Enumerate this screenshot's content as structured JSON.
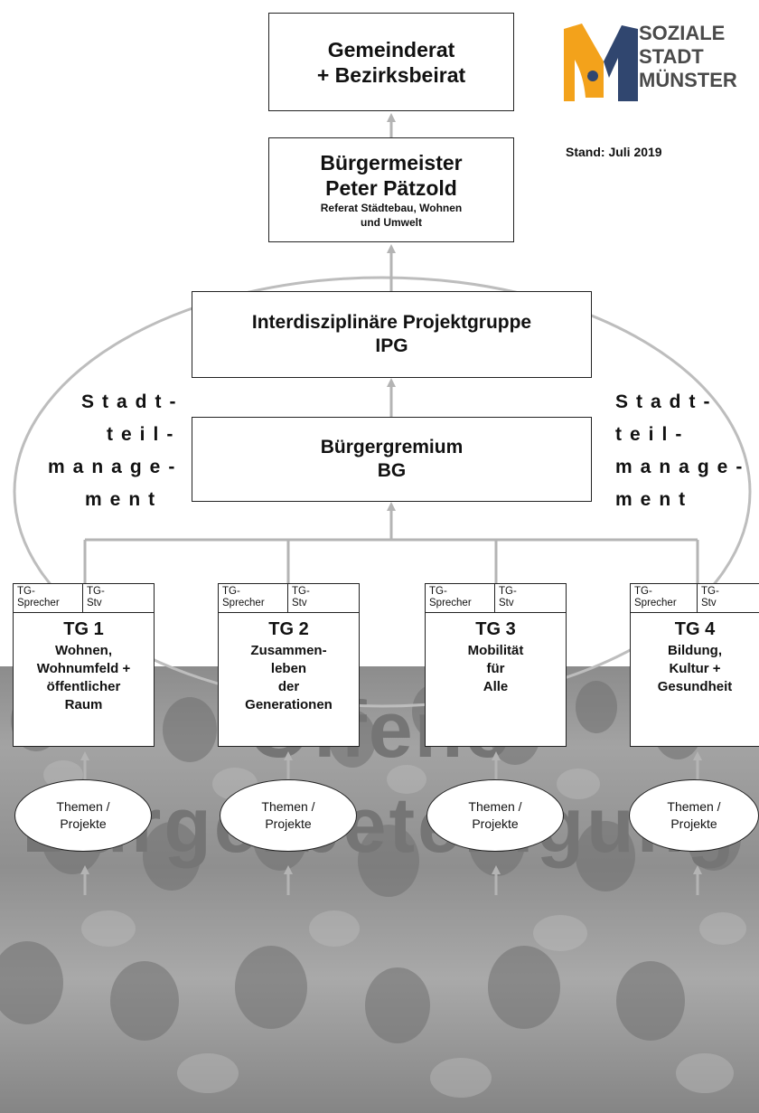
{
  "logo": {
    "lines": [
      "SOZIALE",
      "STADT",
      "MÜNSTER"
    ],
    "colors": {
      "orange": "#f3a21b",
      "blue": "#30466f",
      "dark": "#4a4a4a"
    }
  },
  "stand": "Stand: Juli 2019",
  "gemeinderat": {
    "line1": "Gemeinderat",
    "line2": "+ Bezirksbeirat"
  },
  "buergermeister": {
    "line1": "Bürgermeister",
    "line2": "Peter Pätzold",
    "sub1": "Referat Städtebau, Wohnen",
    "sub2": "und Umwelt"
  },
  "ipg": {
    "line1": "Interdisziplinäre Projektgruppe",
    "line2": "IPG"
  },
  "bg": {
    "line1": "Bürgergremium",
    "line2": "BG"
  },
  "stadtteilmanagement": {
    "left": [
      "Stadt-",
      "teil-",
      "manage-",
      "ment"
    ],
    "right": [
      "Stadt-",
      "teil-",
      "manage-",
      "ment"
    ]
  },
  "tgs": [
    {
      "sprecher": [
        "TG-",
        "Sprecher"
      ],
      "stv": [
        "TG-",
        "Stv"
      ],
      "title": "TG 1",
      "lines": [
        "Wohnen,",
        "Wohnumfeld +",
        "öffentlicher",
        "Raum"
      ]
    },
    {
      "sprecher": [
        "TG-",
        "Sprecher"
      ],
      "stv": [
        "TG-",
        "Stv"
      ],
      "title": "TG 2",
      "lines": [
        "Zusammen-",
        "leben",
        "der",
        "Generationen"
      ]
    },
    {
      "sprecher": [
        "TG-",
        "Sprecher"
      ],
      "stv": [
        "TG-",
        "Stv"
      ],
      "title": "TG 3",
      "lines": [
        "Mobilität",
        "für",
        "Alle"
      ]
    },
    {
      "sprecher": [
        "TG-",
        "Sprecher"
      ],
      "stv": [
        "TG-",
        "Stv"
      ],
      "title": "TG 4",
      "lines": [
        "Bildung,",
        "Kultur +",
        "Gesundheit"
      ]
    }
  ],
  "themen": [
    {
      "line1": "Themen /",
      "line2": "Projekte"
    },
    {
      "line1": "Themen /",
      "line2": "Projekte"
    },
    {
      "line1": "Themen /",
      "line2": "Projekte"
    },
    {
      "line1": "Themen /",
      "line2": "Projekte"
    }
  ],
  "banner": {
    "line1": "Offene",
    "line2": "Bürgerbeteiligung"
  }
}
